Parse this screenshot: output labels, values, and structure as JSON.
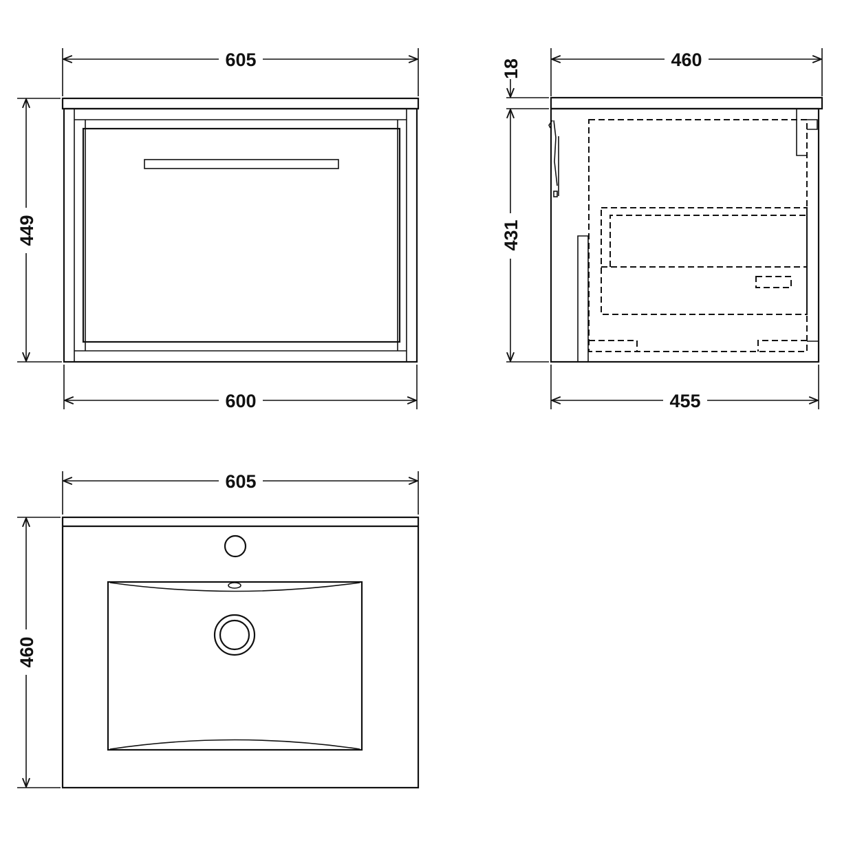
{
  "front_view": {
    "width_top": "605",
    "width_bottom": "600",
    "height": "449"
  },
  "side_view": {
    "depth_top": "460",
    "depth_bottom": "455",
    "worktop_thickness": "18",
    "carcass_height": "431"
  },
  "plan_view": {
    "width": "605",
    "depth": "460"
  },
  "colors": {
    "line": "#111111",
    "background": "#ffffff"
  }
}
